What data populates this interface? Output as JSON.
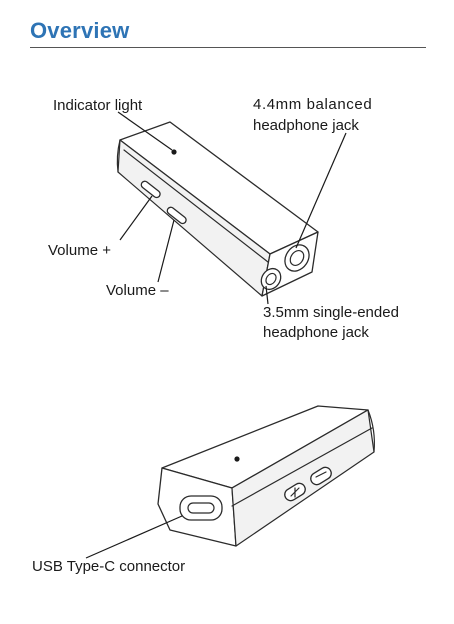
{
  "header": {
    "title": "Overview"
  },
  "labels": {
    "indicator_light": "Indicator light",
    "balanced_jack_line1": "4.4mm balanced",
    "balanced_jack_line2": "headphone jack",
    "volume_up": "Volume +",
    "volume_down": "Volume –",
    "single_ended_jack_line1": "3.5mm single-ended",
    "single_ended_jack_line2": "headphone jack",
    "usb_c": "USB Type-C connector"
  },
  "colors": {
    "title": "#2e74b5",
    "line": "#2b2b2b",
    "text": "#1a1a1a"
  }
}
